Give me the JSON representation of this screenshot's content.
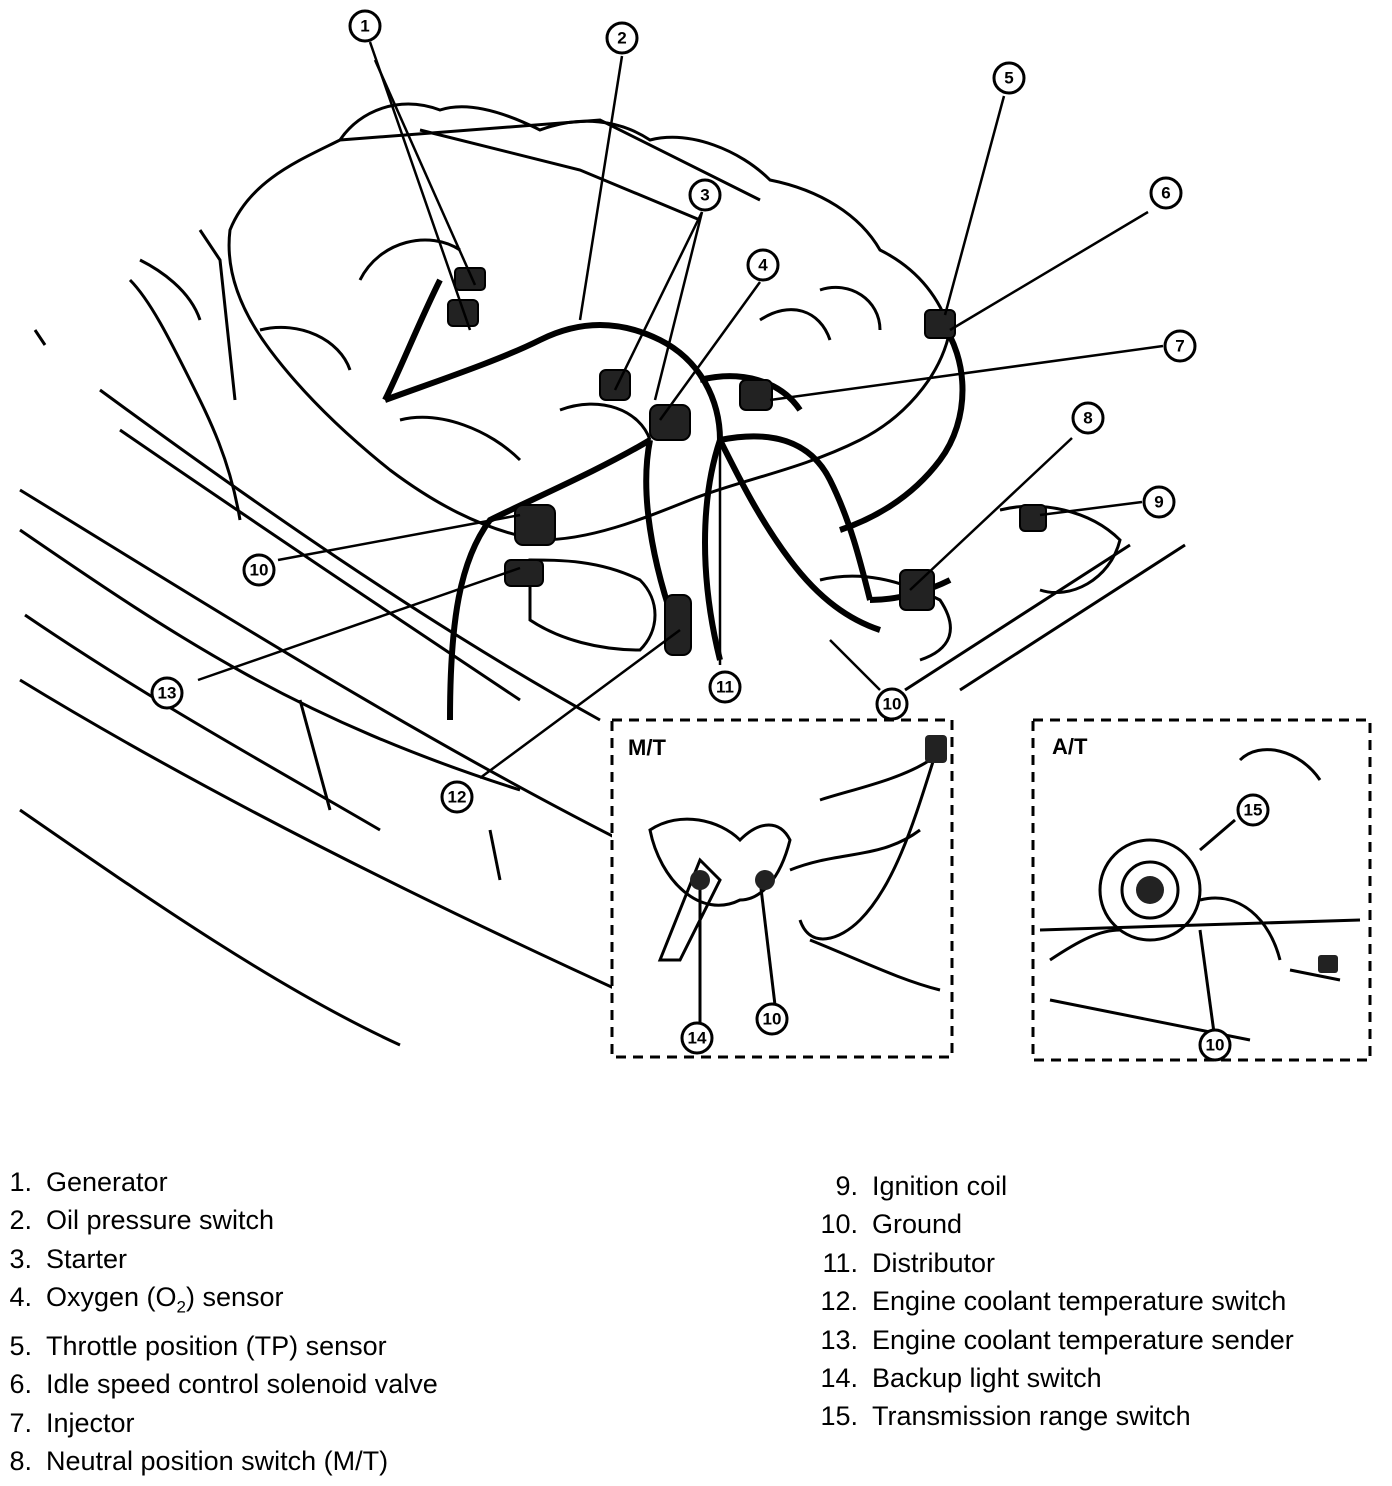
{
  "insets": {
    "mt_label": "M/T",
    "at_label": "A/T"
  },
  "callouts": [
    "1",
    "2",
    "3",
    "4",
    "5",
    "6",
    "7",
    "8",
    "9",
    "10",
    "11",
    "12",
    "13",
    "14",
    "15"
  ],
  "legend": {
    "left": [
      {
        "num": "1.",
        "text": "Generator"
      },
      {
        "num": "2.",
        "text": "Oil pressure switch"
      },
      {
        "num": "3.",
        "text": "Starter"
      },
      {
        "num": "4.",
        "text_pre": "Oxygen (O",
        "text_sub": "2",
        "text_post": ") sensor"
      },
      {
        "num": "5.",
        "text": "Throttle position (TP) sensor"
      },
      {
        "num": "6.",
        "text": "Idle speed control solenoid valve"
      },
      {
        "num": "7.",
        "text": "Injector"
      },
      {
        "num": "8.",
        "text": "Neutral position switch (M/T)"
      }
    ],
    "right": [
      {
        "num": "9.",
        "text": "Ignition coil"
      },
      {
        "num": "10.",
        "text": "Ground"
      },
      {
        "num": "11.",
        "text": "Distributor"
      },
      {
        "num": "12.",
        "text": "Engine coolant temperature switch"
      },
      {
        "num": "13.",
        "text": "Engine coolant temperature sender"
      },
      {
        "num": "14.",
        "text": "Backup light switch"
      },
      {
        "num": "15.",
        "text": "Transmission range switch"
      }
    ]
  }
}
